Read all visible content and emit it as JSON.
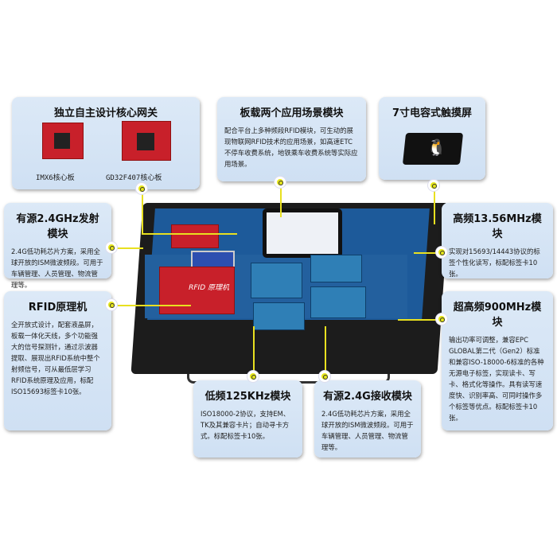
{
  "gateway": {
    "title": "独立自主设计核心网关",
    "boards": [
      "IMX6核心板",
      "GD32F407核心板"
    ]
  },
  "scenes": {
    "title": "板载两个应用场景模块",
    "text": "配合平台上多种频段RFID模块，可生动的展现物联网RFID技术的应用场景，如高速ETC不停车收费系统，地铁乘车收费系统等实际应用场景。"
  },
  "screen": {
    "title": "7寸电容式触摸屏"
  },
  "tx24": {
    "title": "有源2.4GHz发射模块",
    "text": "2.4G低功耗芯片方案，采用全球开放的ISM微波频段。可用于车辆管理、人员管理、物流管理等。"
  },
  "rfid": {
    "title": "RFID原理机",
    "text": "全开放式设计，配套液晶屏，板载一体化天线，多个功能强大的信号探测针，通过示波器提取、展现出RFID系统中整个射频信号，可从最低层学习RFID系统原理及应用，标配ISO15693标签卡10张。"
  },
  "hf": {
    "title": "高频13.56MHz模块",
    "text": "实现对15693/14443协议的标签个性化读写，标配标签卡10张。"
  },
  "uhf": {
    "title": "超高频900MHz模块",
    "text": "输出功率可调整，兼容EPC GLOBAL第二代（Gen2）标准和兼容ISO-18000-6标准的各种无源电子标签，实现读卡、写卡、格式化等操作。具有读写速度快、识别率高、可同时操作多个标签等优点。标配标签卡10张。"
  },
  "lf": {
    "title": "低频125KHz模块",
    "text": "ISO18000-2协议，支持EM、TK及其兼容卡片；自动寻卡方式。标配标签卡10张。"
  },
  "rx24": {
    "title": "有源2.4G接收模块",
    "text": "2.4G低功耗芯片方案，采用全球开放的ISM微波频段。可用于车辆管理、人员管理、物流管理等。"
  },
  "device": {
    "rfid_label": "RFID 原理机"
  }
}
